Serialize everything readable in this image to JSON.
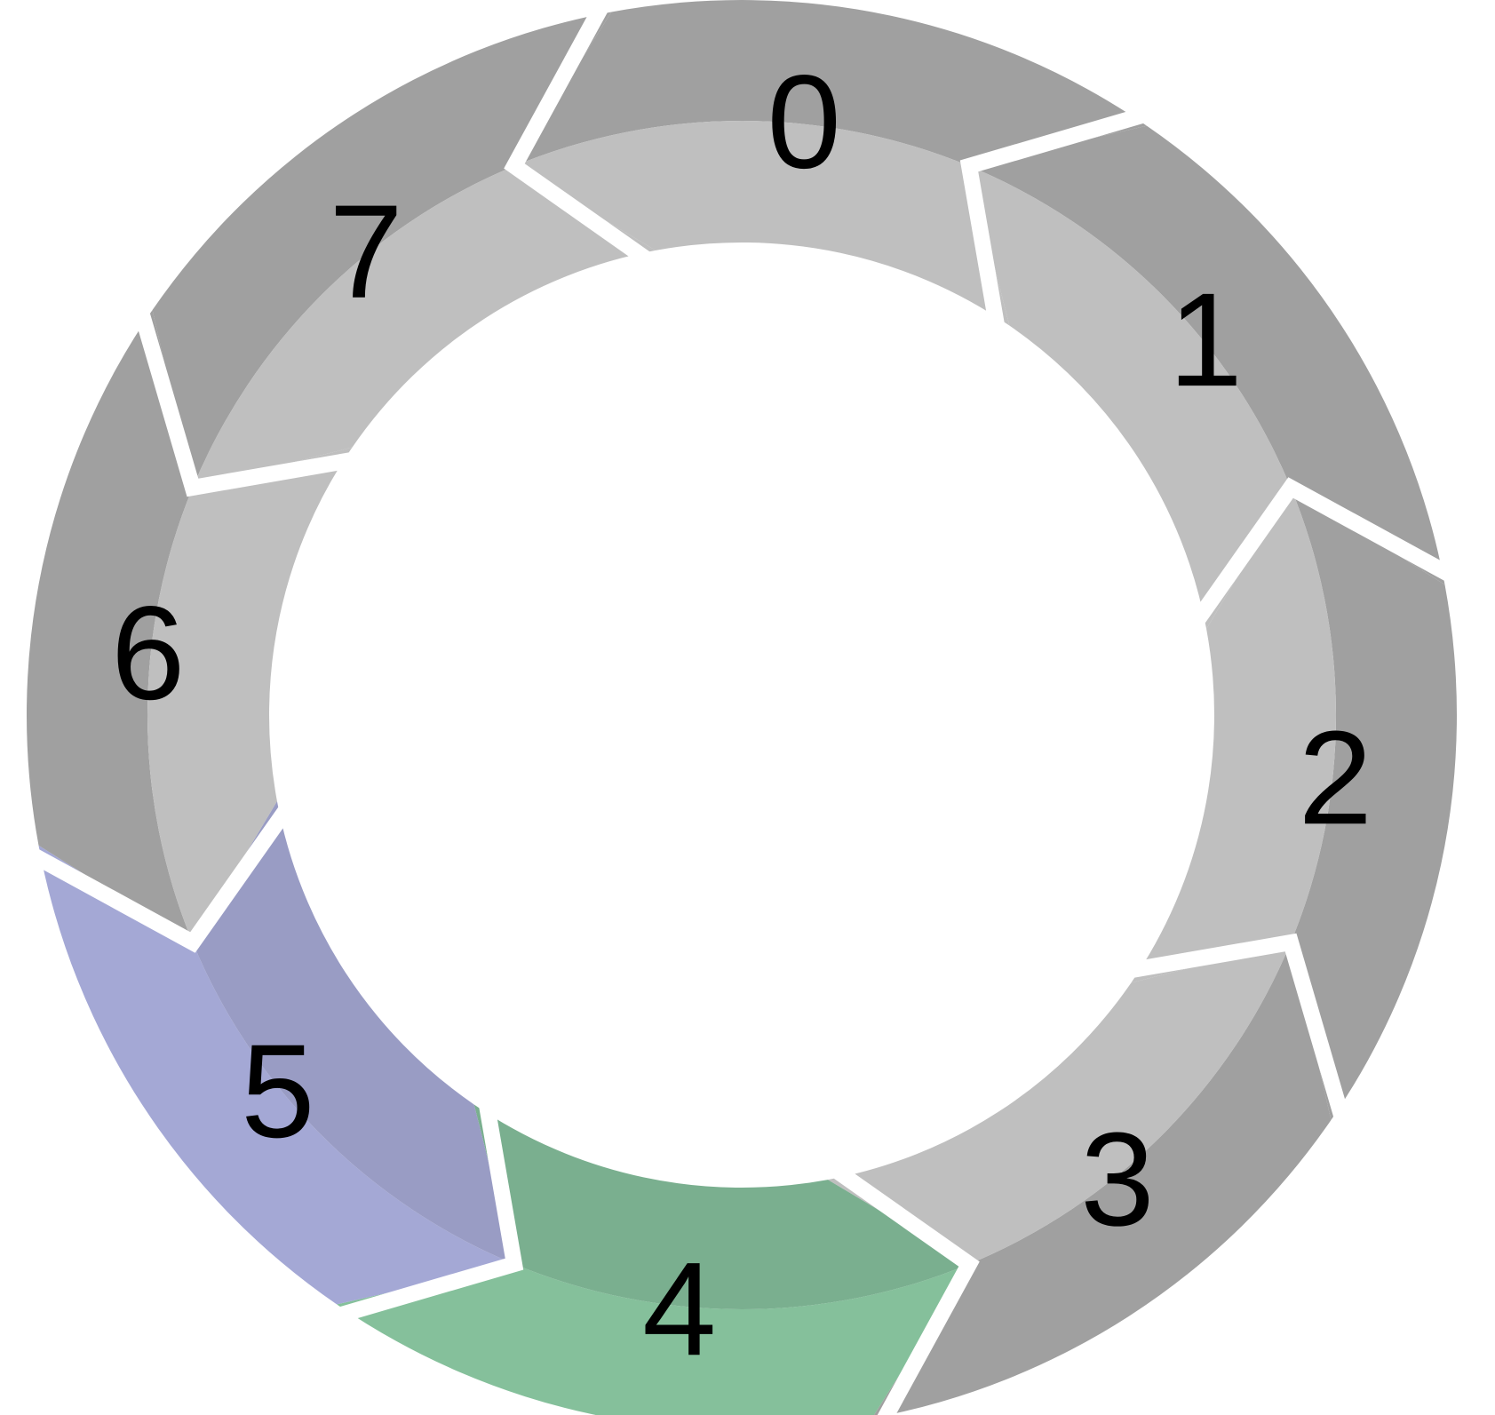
{
  "diagram": {
    "segments": [
      {
        "label": "0",
        "outer_color": "#a0a0a0",
        "inner_color": "#bfbfbf"
      },
      {
        "label": "1",
        "outer_color": "#a0a0a0",
        "inner_color": "#bfbfbf"
      },
      {
        "label": "2",
        "outer_color": "#a0a0a0",
        "inner_color": "#bfbfbf"
      },
      {
        "label": "3",
        "outer_color": "#a0a0a0",
        "inner_color": "#bfbfbf"
      },
      {
        "label": "4",
        "outer_color": "#85c09b",
        "inner_color": "#7aaf8f"
      },
      {
        "label": "5",
        "outer_color": "#a4a8d5",
        "inner_color": "#999cc4"
      },
      {
        "label": "6",
        "outer_color": "#a0a0a0",
        "inner_color": "#bfbfbf"
      },
      {
        "label": "7",
        "outer_color": "#a0a0a0",
        "inner_color": "#bfbfbf"
      }
    ],
    "gap_color": "#ffffff"
  }
}
